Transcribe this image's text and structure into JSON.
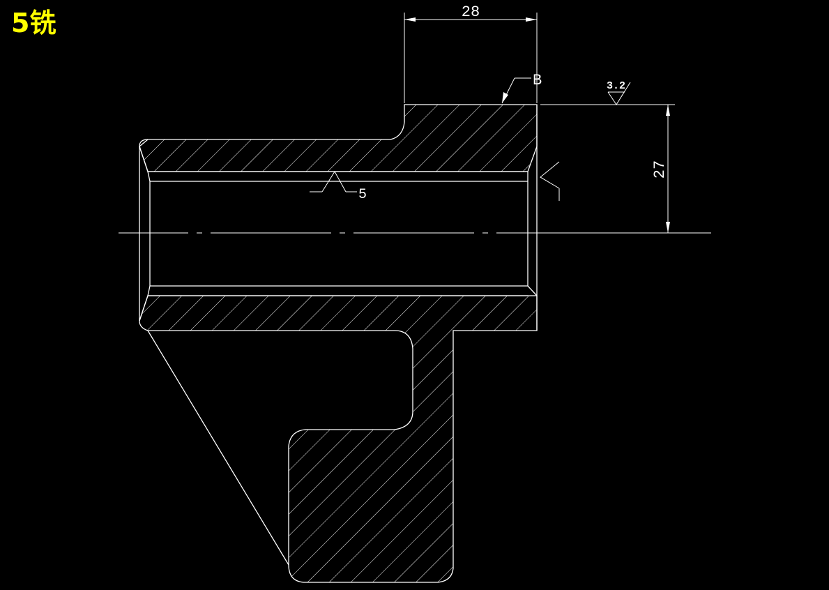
{
  "title": "5铣",
  "annotations": {
    "dim_width": "28",
    "dim_height": "27",
    "datum": "B",
    "roughness": "3.2",
    "leader_label": "5"
  },
  "colors": {
    "background": "#000000",
    "lines": "#ffffff",
    "title": "#ffff00"
  }
}
